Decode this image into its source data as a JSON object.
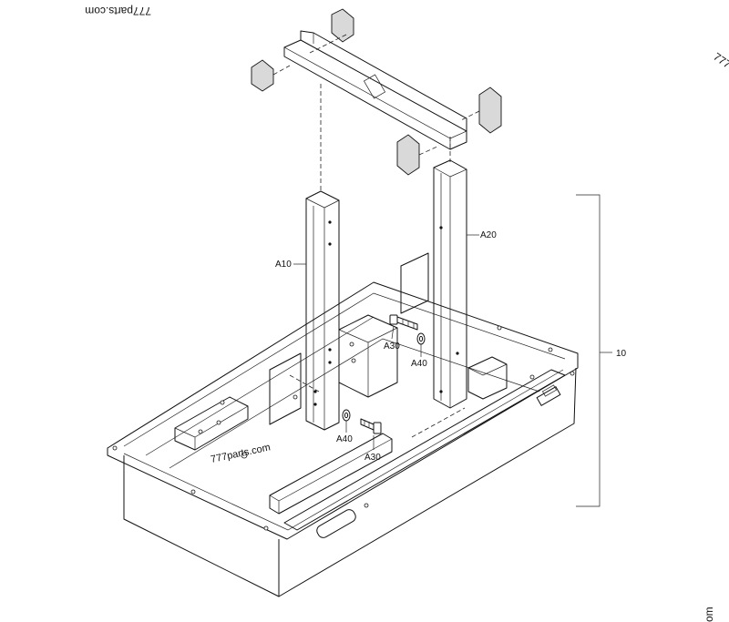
{
  "labels": {
    "a10": "A10",
    "a20": "A20",
    "a30_upper": "A30",
    "a40_upper": "A40",
    "a30_lower": "A30",
    "a40_lower": "A40",
    "assembly": "10"
  },
  "watermarks": {
    "top_left": "777parts.com",
    "center": "777parts.com",
    "top_right": "777",
    "bottom_right": "om"
  },
  "colors": {
    "line": "#111111",
    "pad_fill": "#d9d9d9",
    "background": "#ffffff"
  }
}
